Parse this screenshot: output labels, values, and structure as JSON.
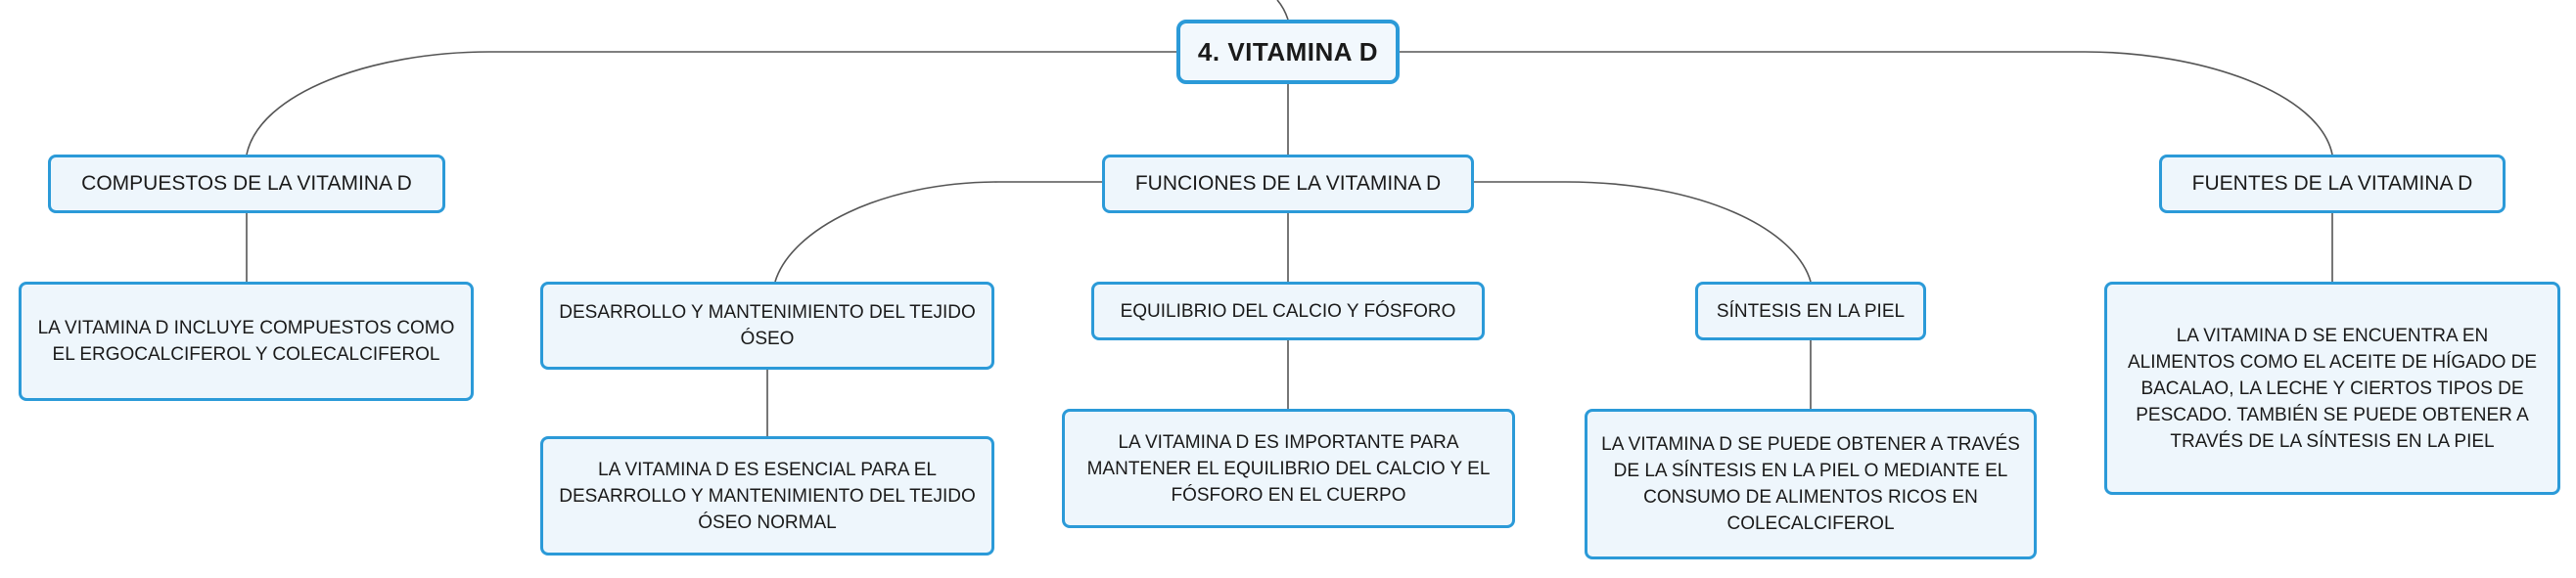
{
  "colors": {
    "border": "#2b9ad8",
    "fill": "#eef6fc",
    "line": "#555555",
    "text": "#1a1a1a"
  },
  "root": {
    "label": "4. VITAMINA D"
  },
  "branches": {
    "compuestos": {
      "label": "COMPUESTOS DE LA VITAMINA D",
      "detail": "LA VITAMINA D INCLUYE COMPUESTOS COMO EL ERGOCALCIFEROL Y COLECALCIFEROL"
    },
    "funciones": {
      "label": "FUNCIONES DE LA VITAMINA D",
      "children": {
        "oseo": {
          "label": "DESARROLLO Y MANTENIMIENTO DEL TEJIDO ÓSEO",
          "detail": "LA VITAMINA D ES ESENCIAL PARA EL DESARROLLO Y MANTENIMIENTO DEL TEJIDO ÓSEO NORMAL"
        },
        "calcio": {
          "label": "EQUILIBRIO DEL CALCIO Y FÓSFORO",
          "detail": "LA VITAMINA D ES IMPORTANTE PARA MANTENER EL EQUILIBRIO DEL CALCIO Y EL FÓSFORO EN EL CUERPO"
        },
        "piel": {
          "label": "SÍNTESIS EN LA PIEL",
          "detail": "LA VITAMINA D SE PUEDE OBTENER A TRAVÉS DE LA SÍNTESIS EN LA PIEL O MEDIANTE EL CONSUMO DE ALIMENTOS RICOS EN COLECALCIFEROL"
        }
      }
    },
    "fuentes": {
      "label": "FUENTES DE LA VITAMINA D",
      "detail": "LA VITAMINA D SE ENCUENTRA EN ALIMENTOS COMO EL ACEITE DE HÍGADO DE BACALAO, LA LECHE Y CIERTOS TIPOS DE PESCADO. TAMBIÉN SE PUEDE OBTENER A TRAVÉS DE LA SÍNTESIS EN LA PIEL"
    }
  }
}
